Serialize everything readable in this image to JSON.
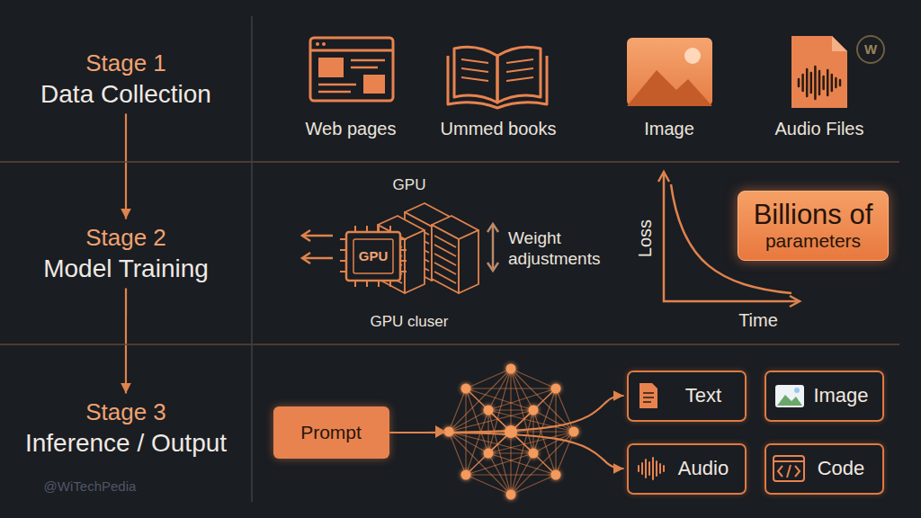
{
  "diagram": {
    "nodes": [
      {
        "text": [
          "Stage 1",
          "Data Collection"
        ]
      },
      {
        "text": [
          "Stage 2",
          "Model Training"
        ]
      },
      {
        "text": [
          "Stage 3",
          "Inference / Output"
        ]
      },
      {
        "text": [
          "Billions of",
          "parameters"
        ]
      },
      {
        "text": [
          "Prompt"
        ]
      },
      {
        "text": [
          "Text"
        ]
      },
      {
        "text": [
          "Image"
        ]
      },
      {
        "text": [
          "Audio"
        ]
      },
      {
        "text": [
          "Code"
        ]
      }
    ],
    "edges": [
      {
        "from": 0,
        "to": 1,
        "arrow": "to"
      },
      {
        "from": 1,
        "to": 2,
        "arrow": "to"
      },
      {
        "from": 4,
        "to": 5,
        "arrow": "to"
      },
      {
        "from": 4,
        "to": 7,
        "arrow": "to"
      }
    ],
    "labels": [
      "Web pages",
      "Ummed books",
      "Image",
      "Audio Files",
      "W",
      "GPU",
      "GPU",
      "GPU cluser",
      "Weight adjustments",
      "Loss",
      "Time",
      "@WiTechPedia"
    ]
  }
}
